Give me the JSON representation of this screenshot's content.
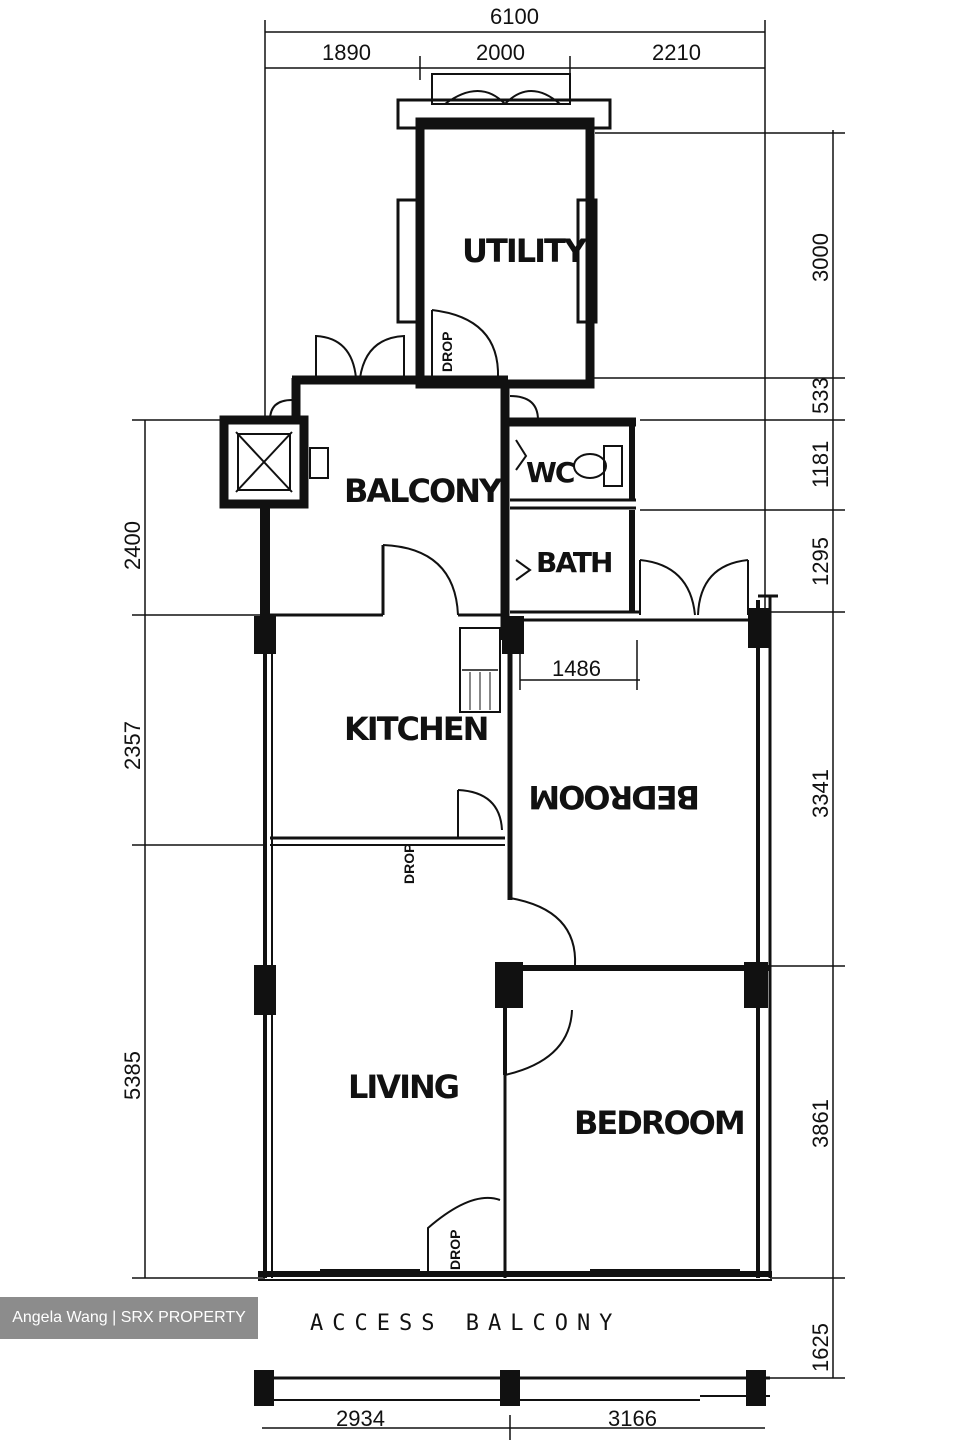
{
  "dimensions": {
    "top_total": "6100",
    "top_a": "1890",
    "top_b": "2000",
    "top_c": "2210",
    "right_utility": "3000",
    "right_533": "533",
    "right_wc": "1181",
    "right_bath": "1295",
    "right_bedroom1": "3341",
    "right_bedroom2": "3861",
    "right_access": "1625",
    "left_balcony": "2400",
    "left_kitchen": "2357",
    "left_living": "5385",
    "inner_1486": "1486",
    "bottom_a": "2934",
    "bottom_b": "3166"
  },
  "rooms": {
    "utility": "UTILITY",
    "balcony": "BALCONY",
    "wc": "WC",
    "bath": "BATH",
    "kitchen": "KITCHEN",
    "bedroom_top": "BEDROOM",
    "living": "LIVING",
    "bedroom_bottom": "BEDROOM"
  },
  "labels": {
    "drop_utility": "DROP",
    "drop_kitchen": "DROP",
    "drop_entry": "DROP",
    "access_balcony": "ACCESS BALCONY"
  },
  "watermark": "Angela Wang | SRX PROPERTY",
  "colors": {
    "ink": "#111111",
    "watermark_bg": "#7a7a7a"
  }
}
